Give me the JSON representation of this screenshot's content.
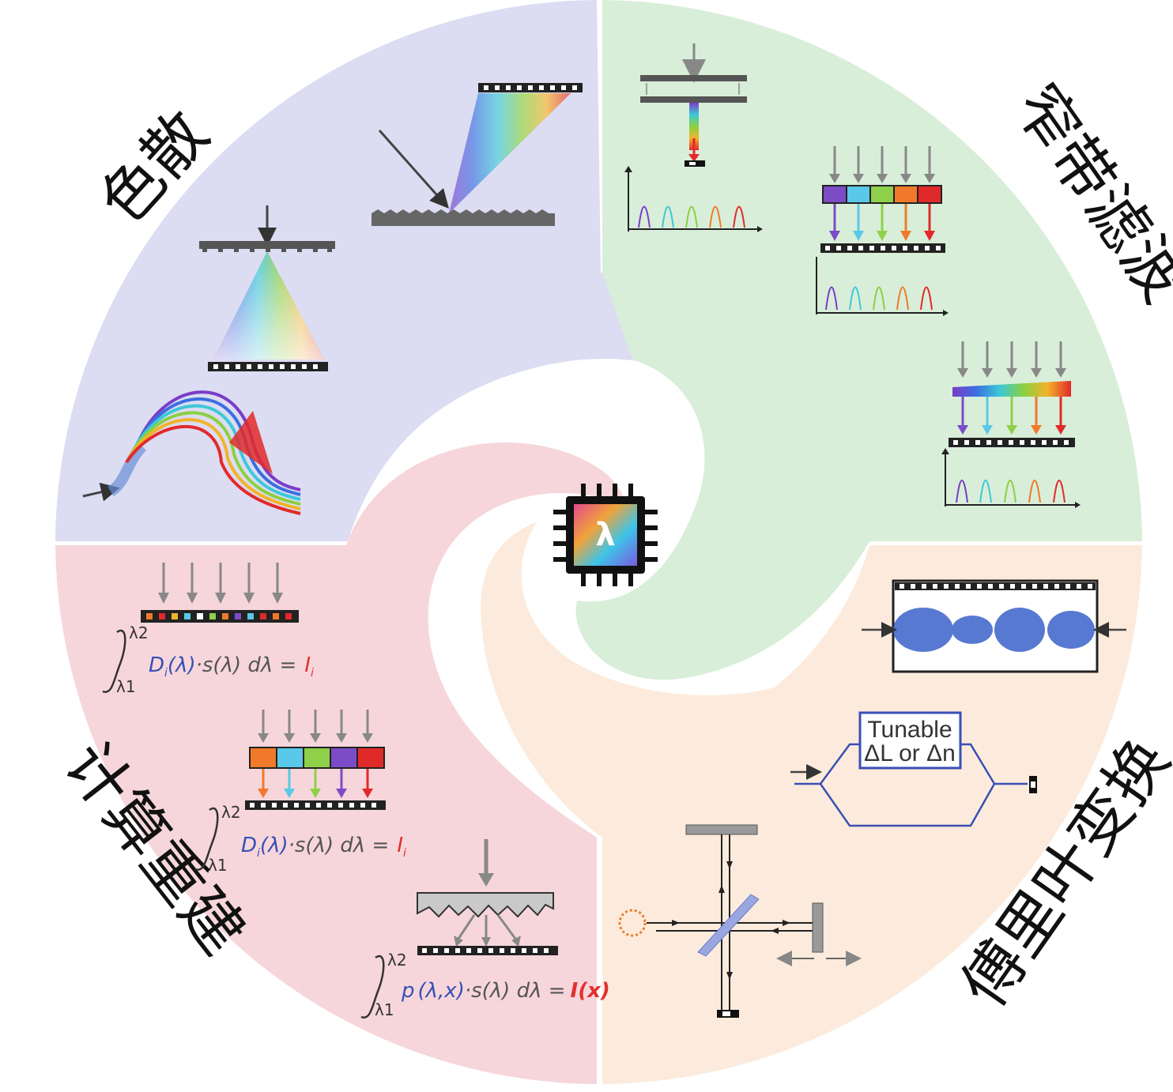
{
  "quadrants": {
    "dispersion": {
      "label": "色散",
      "color": "#dcdcf2"
    },
    "narrowband": {
      "label": "窄带滤波",
      "color": "#d8eed9"
    },
    "fourier": {
      "label": "傅里叶变换",
      "color": "#fcebdc"
    },
    "reconstruction": {
      "label": "计算重建",
      "color": "#f6d6db"
    }
  },
  "center": {
    "symbol": "λ"
  },
  "formulas": {
    "f1": {
      "lower": "λ1",
      "upper": "λ2",
      "left": "D",
      "sub": "i",
      "lambda": "(λ)",
      "mid": "·s(λ) dλ =",
      "rhs": "I",
      "rhs_sub": "i"
    },
    "f2": {
      "lower": "λ1",
      "upper": "λ2",
      "left": "D",
      "sub": "i",
      "lambda": "(λ)",
      "mid": "·s(λ) dλ =",
      "rhs": "I",
      "rhs_sub": "i"
    },
    "f3": {
      "lower": "λ1",
      "upper": "λ2",
      "left": "p",
      "lambda": "(λ,x)",
      "mid": "·s(λ) dλ =",
      "rhs": "I(x)"
    }
  },
  "tunable_box": {
    "line1": "Tunable",
    "line2": "ΔL or Δn"
  },
  "filter_colors": [
    "#7c4cc7",
    "#5ac8e8",
    "#8fd04a",
    "#f07a2a",
    "#e02a2a"
  ],
  "filter_colors_recon": [
    "#f07a2a",
    "#5ac8e8",
    "#8fd04a",
    "#7c4cc7",
    "#e02a2a"
  ]
}
